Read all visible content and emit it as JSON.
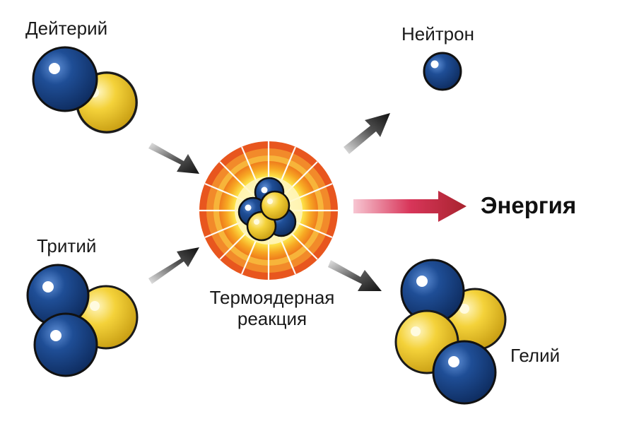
{
  "labels": {
    "deuterium": "Дейтерий",
    "tritium": "Тритий",
    "reaction_line1": "Термоядерная",
    "reaction_line2": "реакция",
    "neutron": "Нейтрон",
    "energy": "Энергия",
    "helium": "Гелий"
  },
  "colors": {
    "neutron_blue": "#1f4e96",
    "proton_yellow": "#f4d23a",
    "energy_arrow": "#c0313c",
    "reaction_outer": "#e8561e",
    "reaction_inner": "#fde68a"
  },
  "icons": {
    "input_arrows": "arrow-right-icon",
    "output_arrows": "arrow-right-icon"
  }
}
